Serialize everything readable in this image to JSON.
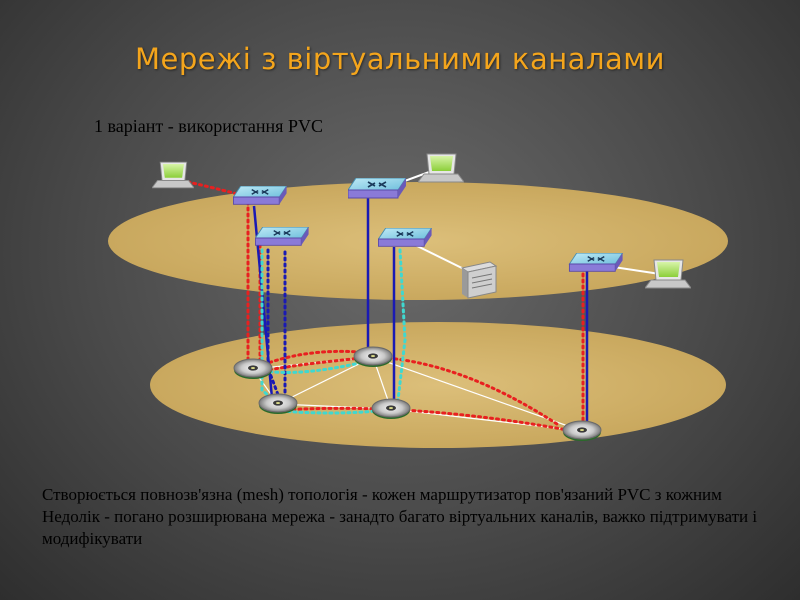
{
  "title": "Мережі з віртуальними каналами",
  "subtitle": "1 варіант - використання PVC",
  "description": [
    "Створюється повнозв'язна (mesh) топологія - кожен маршрутизатор пов'язаний PVC з кожним",
    "Недолік - погано розширювана мережа - занадто багато віртуальних каналів, важко підтримувати і модифікувати"
  ],
  "colors": {
    "title": "#f4a51c",
    "plane": "#d2b36e",
    "pvc_red": "#e82020",
    "pvc_blue": "#1a1ab4",
    "pvc_cyan": "#3fd8d0",
    "physical_link": "#ffffff"
  },
  "icons": [
    "computer-icon",
    "switch-icon",
    "server-icon",
    "router-icon"
  ]
}
